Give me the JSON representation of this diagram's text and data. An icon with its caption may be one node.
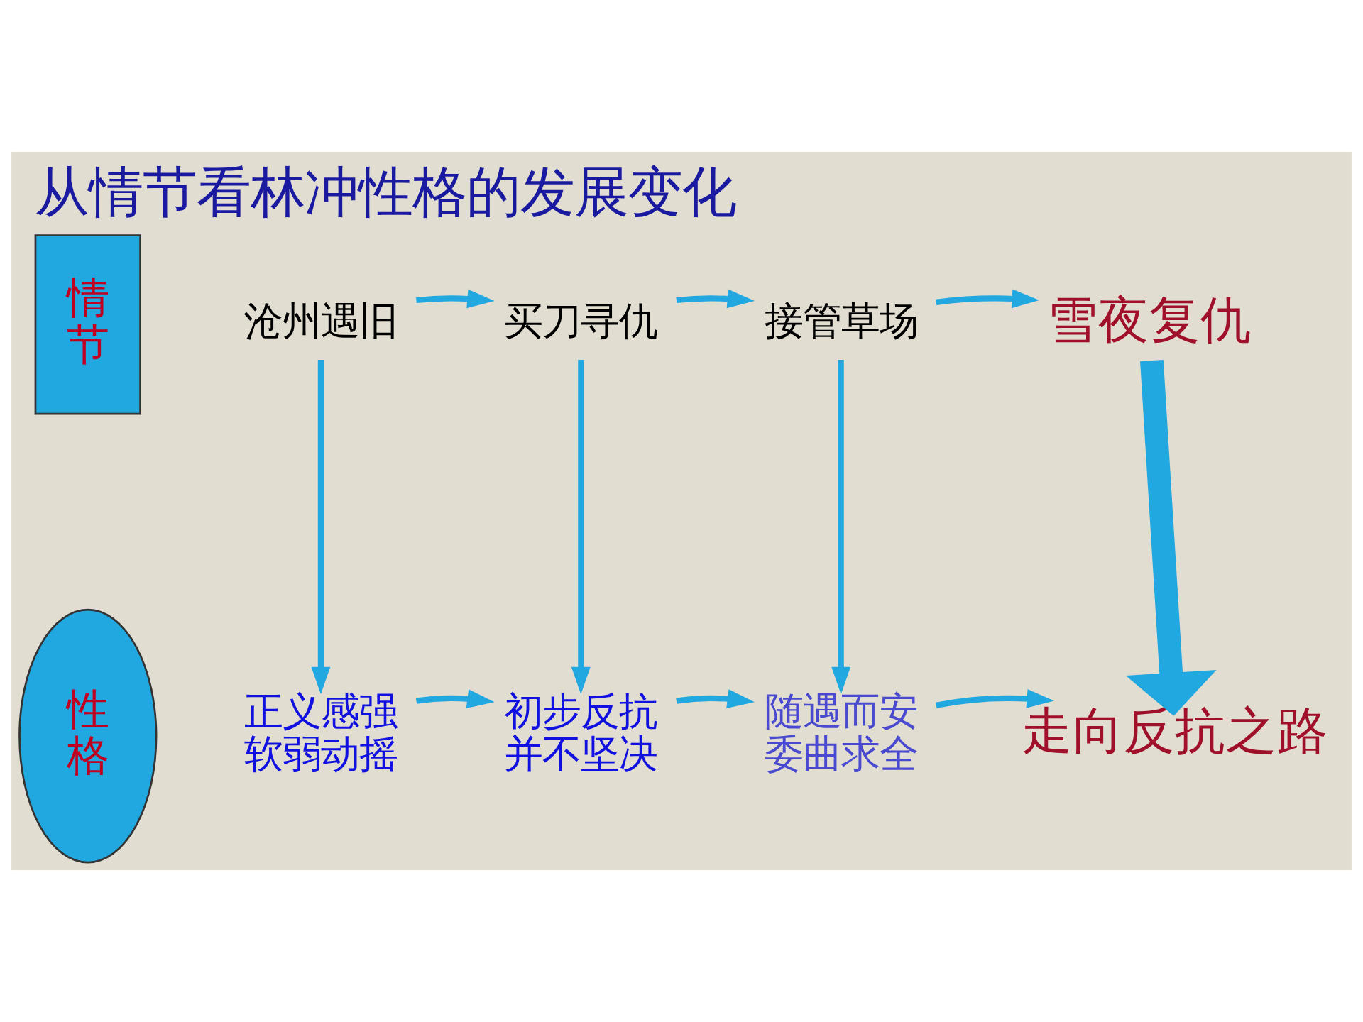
{
  "diagram": {
    "title": "从情节看林冲性格的发展变化",
    "nodes": [
      {
        "text": [
          "情节"
        ]
      },
      {
        "text": [
          "沧州遇旧"
        ]
      },
      {
        "text": [
          "买刀寻仇"
        ]
      },
      {
        "text": [
          "接管草场"
        ]
      },
      {
        "text": [
          "雪夜复仇"
        ]
      },
      {
        "text": [
          "性格"
        ]
      },
      {
        "text": [
          "正义感强软弱动摇"
        ]
      },
      {
        "text": [
          "初步反抗并不坚决"
        ]
      },
      {
        "text": [
          "随遇而安委曲求全"
        ]
      },
      {
        "text": [
          "走向反抗之路"
        ]
      }
    ],
    "edges": [
      {
        "from": 1,
        "to": 2,
        "arrow": "to"
      },
      {
        "from": 2,
        "to": 3,
        "arrow": "to"
      },
      {
        "from": 3,
        "to": 4,
        "arrow": "to"
      },
      {
        "from": 1,
        "to": 6,
        "arrow": "to"
      },
      {
        "from": 2,
        "to": 7,
        "arrow": "to"
      },
      {
        "from": 3,
        "to": 8,
        "arrow": "to"
      },
      {
        "from": 4,
        "to": 9,
        "arrow": "to",
        "style": "thick"
      },
      {
        "from": 6,
        "to": 7,
        "arrow": "to"
      },
      {
        "from": 7,
        "to": 8,
        "arrow": "to"
      },
      {
        "from": 8,
        "to": 9,
        "arrow": "to"
      }
    ]
  }
}
